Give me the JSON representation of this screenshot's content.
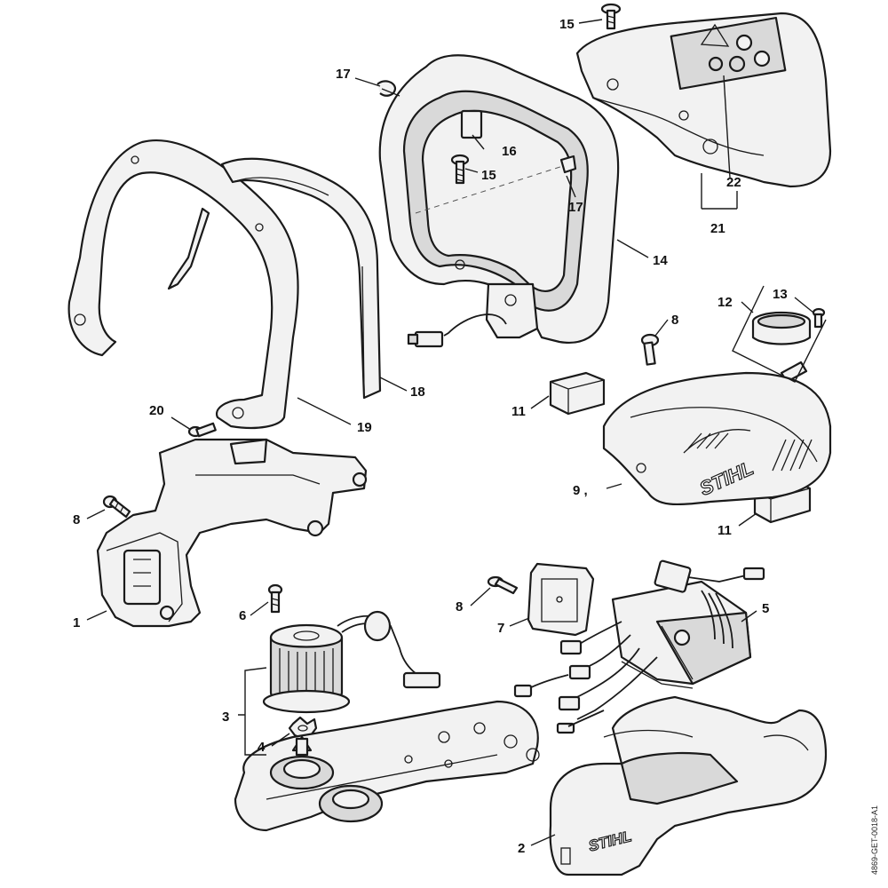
{
  "callouts": {
    "c1": "1",
    "c2": "2",
    "c3": "3",
    "c4": "4",
    "c5": "5",
    "c6": "6",
    "c7": "7",
    "c8a": "8",
    "c8b": "8",
    "c8c": "8",
    "c9": "9 ,",
    "c11a": "11",
    "c11b": "11",
    "c12": "12",
    "c13": "13",
    "c14": "14",
    "c15a": "15",
    "c15b": "15",
    "c16": "16",
    "c17a": "17",
    "c17b": "17",
    "c18": "18",
    "c19": "19",
    "c20": "20",
    "c21": "21",
    "c22": "22"
  },
  "branding": {
    "motor_cover_logo": "STIHL",
    "housing_logo": "STIHL"
  },
  "reference_code": "4869-GET-0018-A1"
}
